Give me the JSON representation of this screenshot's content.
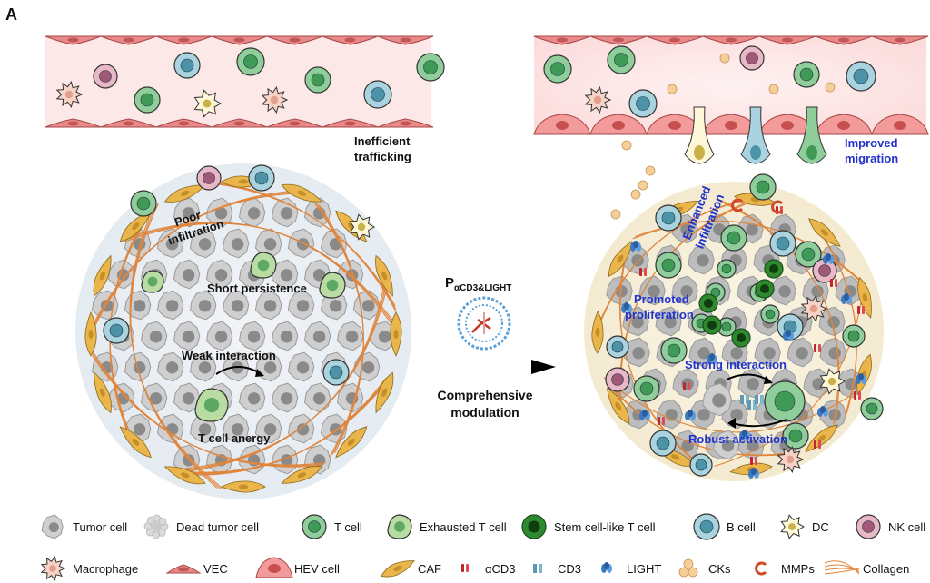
{
  "panel_letter": "A",
  "left": {
    "trafficking": [
      "Inefficient",
      "trafficking"
    ],
    "infiltration": [
      "Poor",
      "infiltration"
    ],
    "persistence": "Short persistence",
    "interaction": "Weak interaction",
    "anergy": "T cell anergy"
  },
  "right": {
    "migration": [
      "Improved",
      "migration"
    ],
    "infiltration": [
      "Enhanced",
      "infiltration"
    ],
    "proliferation": [
      "Promoted",
      "proliferation"
    ],
    "interaction": "Strong interaction",
    "activation": "Robust activation"
  },
  "center": {
    "p_main": "P",
    "p_sub": "αCD3&LIGHT",
    "caption": [
      "Comprehensive",
      "modulation"
    ]
  },
  "legend": [
    {
      "label": "Tumor cell",
      "icon": "tumor-cell-icon"
    },
    {
      "label": "Dead tumor cell",
      "icon": "dead-tumor-cell-icon"
    },
    {
      "label": "T cell",
      "icon": "t-cell-icon"
    },
    {
      "label": "Exhausted T cell",
      "icon": "exhausted-t-cell-icon"
    },
    {
      "label": "Stem cell-like T cell",
      "icon": "stem-like-t-cell-icon"
    },
    {
      "label": "B cell",
      "icon": "b-cell-icon"
    },
    {
      "label": "DC",
      "icon": "dc-icon"
    },
    {
      "label": "NK cell",
      "icon": "nk-cell-icon"
    },
    {
      "label": "Macrophage",
      "icon": "macrophage-icon"
    },
    {
      "label": "VEC",
      "icon": "vec-icon"
    },
    {
      "label": "HEV cell",
      "icon": "hev-cell-icon"
    },
    {
      "label": "CAF",
      "icon": "caf-icon"
    },
    {
      "label": "αCD3",
      "icon": "acd3-icon"
    },
    {
      "label": "CD3",
      "icon": "cd3-icon"
    },
    {
      "label": "LIGHT",
      "icon": "light-icon"
    },
    {
      "label": "CKs",
      "icon": "cks-icon"
    },
    {
      "label": "MMPs",
      "icon": "mmps-icon"
    },
    {
      "label": "Collagen",
      "icon": "collagen-icon"
    }
  ],
  "colors": {
    "vessel_fill": "#fbe3e3",
    "vessel_cell": "#e88a8a",
    "t_cell": "#8fce9a",
    "t_nucleus": "#3e9a55",
    "b_cell": "#a9d3de",
    "b_nucleus": "#4c93a8",
    "nk_cell": "#e9b8c6",
    "nk_nucleus": "#a05a78",
    "stem": "#2f8a2f",
    "caf": "#eab54a",
    "tumor": "#cfcfcf",
    "arrow": "#000000"
  }
}
